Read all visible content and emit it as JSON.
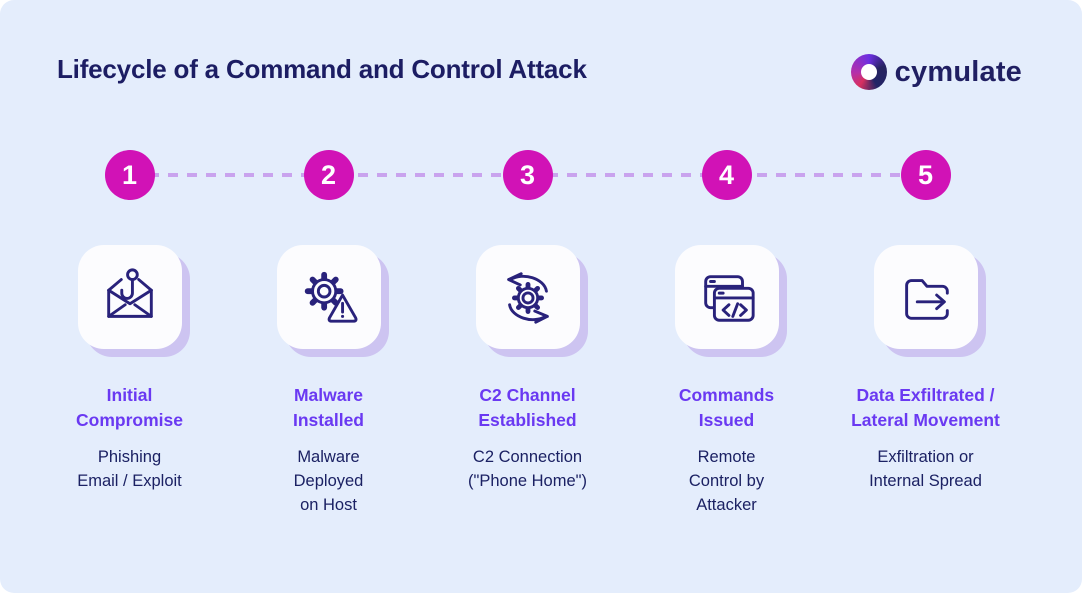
{
  "header": {
    "title": "Lifecycle of a Command and Control Attack",
    "brand": "cymulate"
  },
  "colors": {
    "background": "#e4edfc",
    "badge_magenta": "#d112b6",
    "connector_purple": "#c9a3ee",
    "step_title_purple": "#6a39f2",
    "text_navy": "#1c1d63",
    "card_background": "#fcfcfe",
    "card_shadow_lavender": "#cdc4f1",
    "icon_stroke": "#29227b",
    "brand_navy": "#201f62"
  },
  "steps": [
    {
      "number": "1",
      "icon": "phishing-email-hook-icon",
      "title": "Initial\nCompromise",
      "description": "Phishing\nEmail / Exploit"
    },
    {
      "number": "2",
      "icon": "malware-gear-warning-icon",
      "title": "Malware\nInstalled",
      "description": "Malware\nDeployed\non Host"
    },
    {
      "number": "3",
      "icon": "c2-sync-gear-icon",
      "title": "C2 Channel\nEstablished",
      "description": "C2 Connection\n(\"Phone Home\")"
    },
    {
      "number": "4",
      "icon": "commands-code-window-icon",
      "title": "Commands\nIssued",
      "description": "Remote\nControl by\nAttacker"
    },
    {
      "number": "5",
      "icon": "data-exfiltration-folder-icon",
      "title": "Data Exfiltrated /\nLateral Movement",
      "description": "Exfiltration or\nInternal Spread"
    }
  ]
}
